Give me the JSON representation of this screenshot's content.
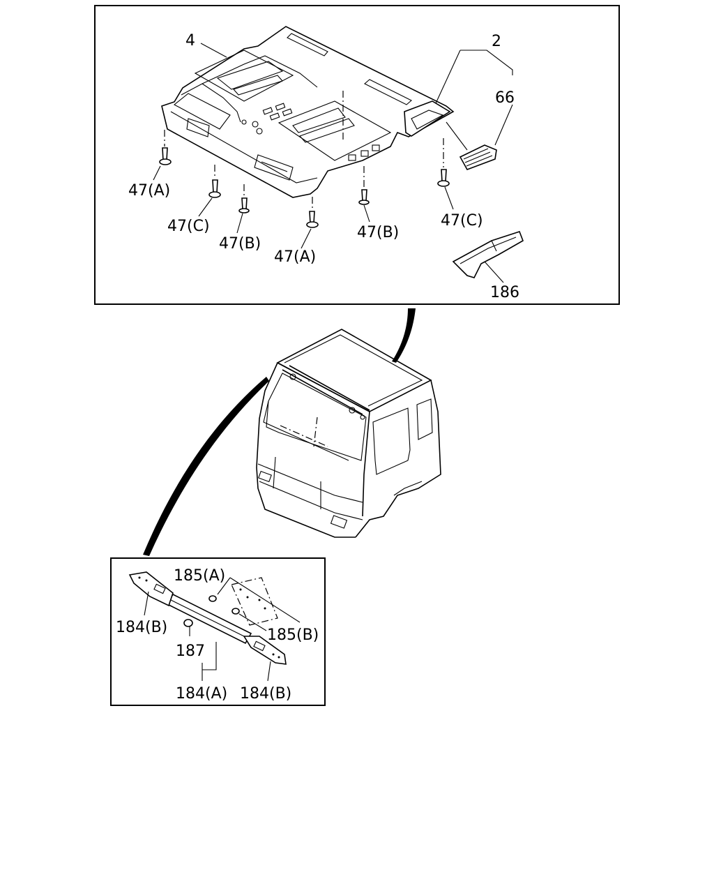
{
  "labels": {
    "roof_lining": "4",
    "roof_assembly": "2",
    "vent_grille": "66",
    "clip_47a_left": "47(A)",
    "clip_47c_left": "47(C)",
    "clip_47b_left": "47(B)",
    "clip_47a_center": "47(A)",
    "clip_47b_right": "47(B)",
    "clip_47c_right": "47(C)",
    "pillar_trim": "186",
    "clip_185a": "185(A)",
    "clip_185b": "185(B)",
    "end_cap_184b_left": "184(B)",
    "screw_187": "187",
    "grip_184a": "184(A)",
    "end_cap_184b_right": "184(B)"
  }
}
